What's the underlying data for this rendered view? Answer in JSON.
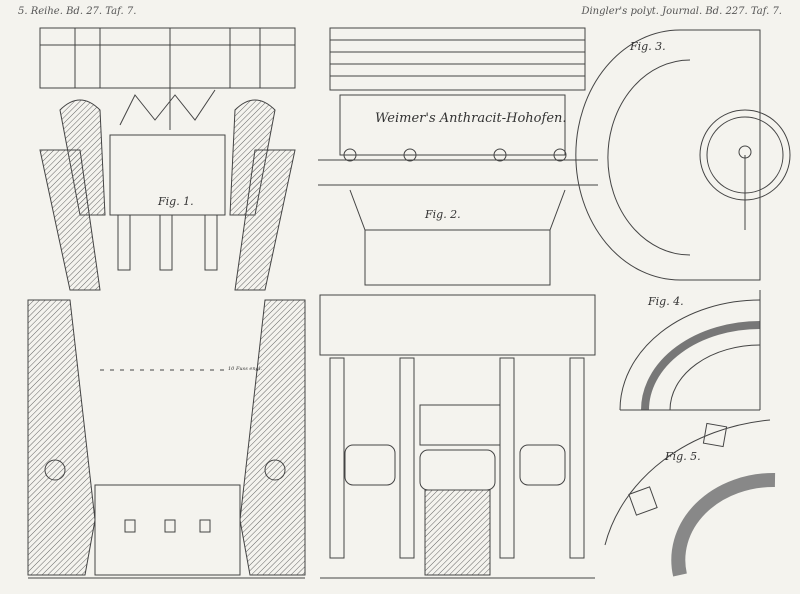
{
  "header": {
    "left": "5. Reihe. Bd. 27. Taf. 7.",
    "right": "Dingler's polyt. Journal. Bd. 227. Taf. 7."
  },
  "plate": {
    "title": "Weimer's Anthracit-Hohofen.",
    "scale_label": "10 Fuss engl.",
    "figures": [
      "Fig. 1.",
      "Fig. 2.",
      "Fig. 3.",
      "Fig. 4.",
      "Fig. 5."
    ]
  },
  "colors": {
    "paper": "#f4f3ee",
    "ink": "#444444"
  }
}
